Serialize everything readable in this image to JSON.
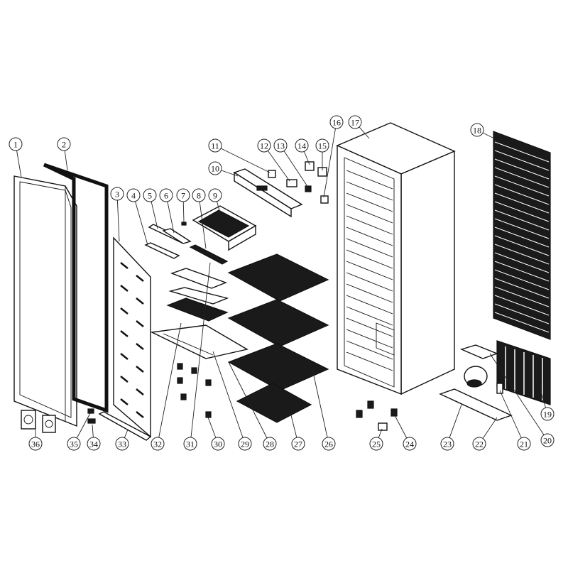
{
  "diagram": {
    "title": "Upright refrigerator exploded parts view",
    "callouts": [
      "1",
      "2",
      "3",
      "4",
      "5",
      "6",
      "7",
      "8",
      "9",
      "10",
      "11",
      "12",
      "13",
      "14",
      "15",
      "16",
      "17",
      "18",
      "19",
      "20",
      "21",
      "22",
      "23",
      "24",
      "25",
      "26",
      "27",
      "28",
      "29",
      "30",
      "31",
      "32",
      "33",
      "34",
      "35",
      "36"
    ]
  }
}
